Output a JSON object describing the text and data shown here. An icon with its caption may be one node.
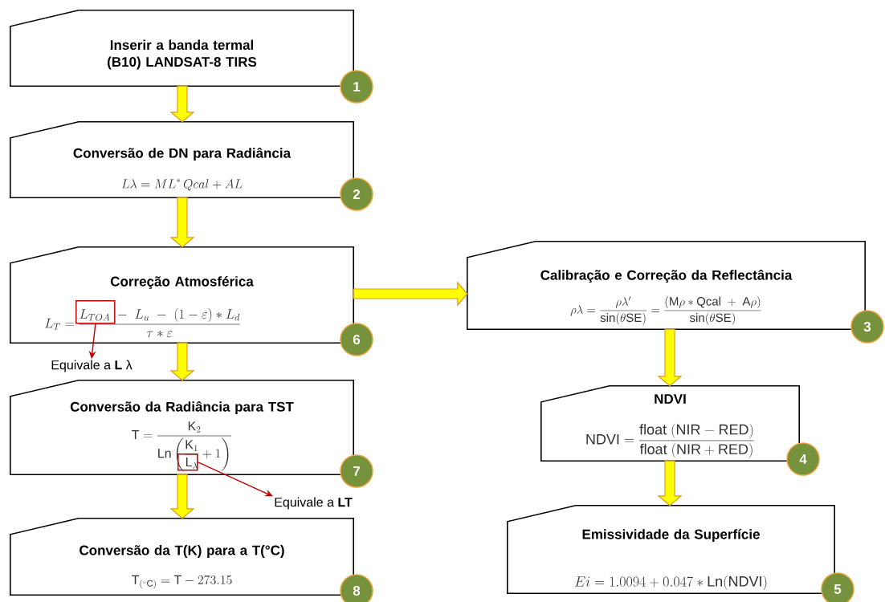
{
  "diagram": {
    "nodes": [
      {
        "text": [
          "Inserir a banda termal (B10) LANDSAT-8 TIRS"
        ],
        "beside": [
          "1"
        ]
      },
      {
        "text": [
          "Conversão de DN para Radiância",
          "L\\lambda = ML^{*}\\,Qcal + AL"
        ],
        "beside": [
          "2"
        ]
      },
      {
        "text": [
          "Correção Atmosférica",
          "L_{T} = \\frac{L_{TOA} \\;-\\; L_{u} \\;-\\; (1 - \\varepsilon) \\ast L_{d}}{\\tau \\ast \\varepsilon}"
        ],
        "beside": [
          "6"
        ]
      },
      {
        "text": [],
        "shape": "box",
        "in": 2
      },
      {
        "text": [
          "Calibração e Correção da Reflectância",
          "\\rho\\lambda = \\frac{\\rho\\lambda'}{\\sin(\\theta \\mathrm{SE})} = \\frac{(\\mathrm{M}\\rho \\ast \\mathrm{Qcal} \\;+\\; \\mathrm{A}\\rho)}{\\sin(\\theta \\mathrm{SE})}"
        ],
        "beside": [
          "3"
        ]
      },
      {
        "text": [
          "Equivale a **L** λ"
        ]
      },
      {
        "text": [
          "Conversão da Radiância para TST",
          "\\mathrm{T} = \\frac{\\mathrm{K}_{2}}{\\mathrm{Ln}\\left(\\dfrac{\\mathrm{K}_{1}}{\\mathrm{L}_{\\lambda}} + 1\\right)}"
        ],
        "beside": [
          "7"
        ]
      },
      {
        "text": [],
        "shape": "box",
        "in": 6
      },
      {
        "text": [
          "NDVI",
          "\\mathrm{NDVI} = \\frac{\\mathrm{float}\\ (\\mathrm{NIR} - \\mathrm{RED})}{\\mathrm{float}\\ (\\mathrm{NIR} + \\mathrm{RED})}"
        ],
        "beside": [
          "4"
        ]
      },
      {
        "text": [
          "Equivale a **LT**"
        ]
      },
      {
        "text": [
          "Conversão da T(K) para a T(°C)",
          "\\mathrm{T}_{(^{\\circ}\\mathrm{C})} = \\mathrm{T} - 273.15"
        ],
        "beside": [
          "8"
        ]
      },
      {
        "text": [
          "Emissividade da Superfície",
          "Ei = 1.0094 + 0.047 \\ast \\mathrm{Ln}(\\mathrm{NDVI})"
        ],
        "beside": [
          "5"
        ]
      }
    ],
    "edges": [
      {
        "from": 0,
        "to": 1,
        "arrow": "to"
      },
      {
        "from": 1,
        "to": 2,
        "arrow": "to"
      },
      {
        "from": 2,
        "to": 4,
        "arrow": "to"
      },
      {
        "from": 2,
        "to": 6,
        "arrow": "to"
      },
      {
        "from": 4,
        "to": 8,
        "arrow": "to"
      },
      {
        "from": 6,
        "to": 10,
        "arrow": "to"
      },
      {
        "from": 8,
        "to": 11,
        "arrow": "to"
      },
      {
        "from": 3,
        "to": 5,
        "arrow": "to",
        "color": "#c00000"
      },
      {
        "from": 7,
        "to": 9,
        "arrow": "to",
        "color": "#c00000"
      }
    ]
  }
}
